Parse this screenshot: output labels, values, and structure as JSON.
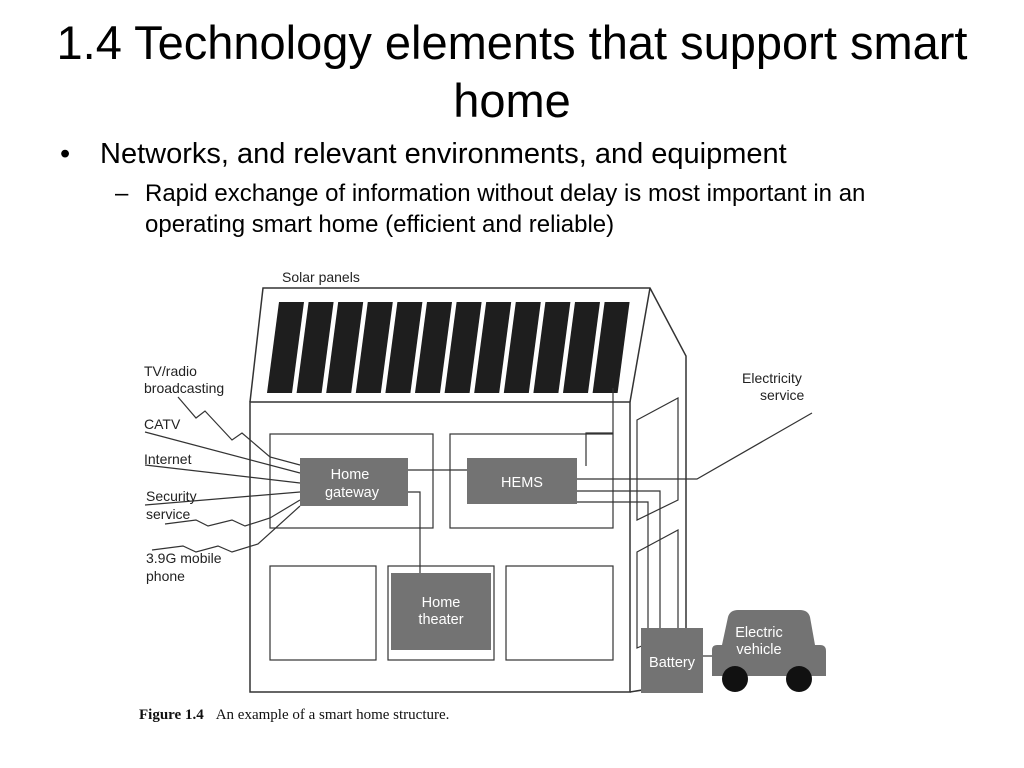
{
  "slide": {
    "title": "1.4 Technology elements that support smart home",
    "bullet_1": "Networks, and relevant environments, and equipment",
    "bullet_1_marker": "•",
    "bullet_2": "Rapid exchange of information without delay is most important in an operating smart home (efficient and reliable)",
    "bullet_2_marker": "–"
  },
  "diagram": {
    "labels": {
      "solar_panels": "Solar panels",
      "tv_radio_1": "TV/radio",
      "tv_radio_2": "broadcasting",
      "catv": "CATV",
      "internet": "Internet",
      "security_1": "Security",
      "security_2": "service",
      "mobile_1": "3.9G mobile",
      "mobile_2": "phone",
      "electricity_1": "Electricity",
      "electricity_2": "service"
    },
    "boxes": {
      "home_gateway_1": "Home",
      "home_gateway_2": "gateway",
      "hems": "HEMS",
      "home_theater_1": "Home",
      "home_theater_2": "theater",
      "battery": "Battery",
      "ev_1": "Electric",
      "ev_2": "vehicle"
    },
    "caption_number": "Figure 1.4",
    "caption_text": "An example of a smart home structure.",
    "colors": {
      "box_fill": "#737373",
      "panel_fill": "#1e1e1e",
      "line": "#333333"
    }
  }
}
